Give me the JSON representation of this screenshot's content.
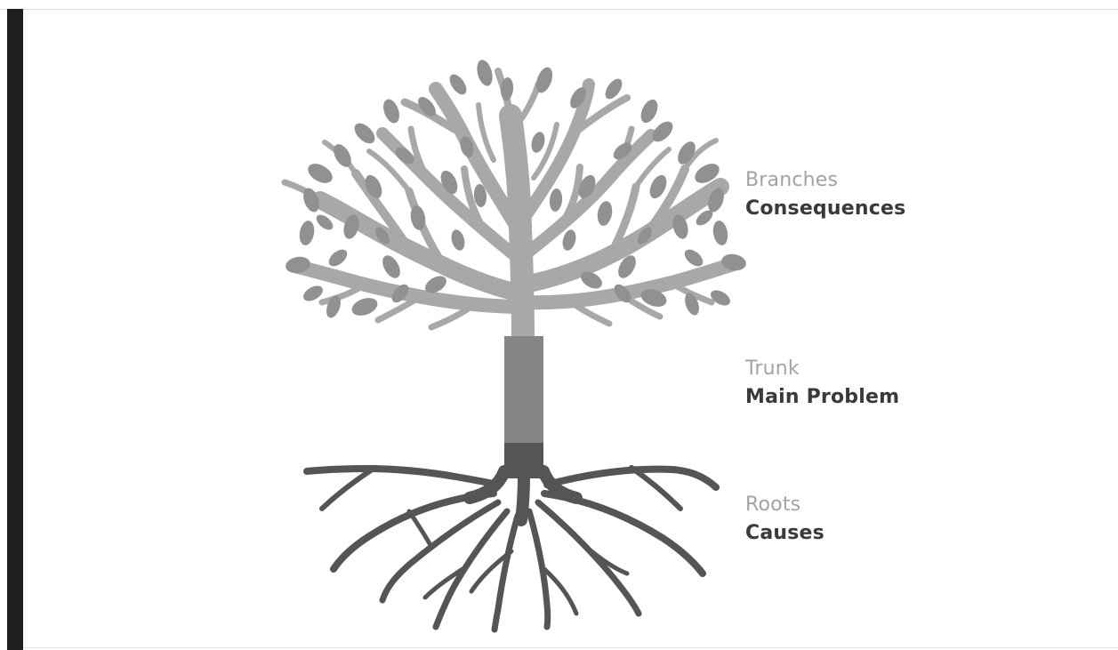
{
  "labels": {
    "branches": {
      "title": "Branches",
      "meaning": "Consequences"
    },
    "trunk": {
      "title": "Trunk",
      "meaning": "Main Problem"
    },
    "roots": {
      "title": "Roots",
      "meaning": "Causes"
    }
  },
  "colors": {
    "canopy": "#a6a8aa",
    "leaves": "#8f9193",
    "trunk_upper": "#868686",
    "trunk_lower": "#555557",
    "roots": "#555557",
    "title_text": "#a3a3a3",
    "meaning_text": "#3a3a3a"
  }
}
